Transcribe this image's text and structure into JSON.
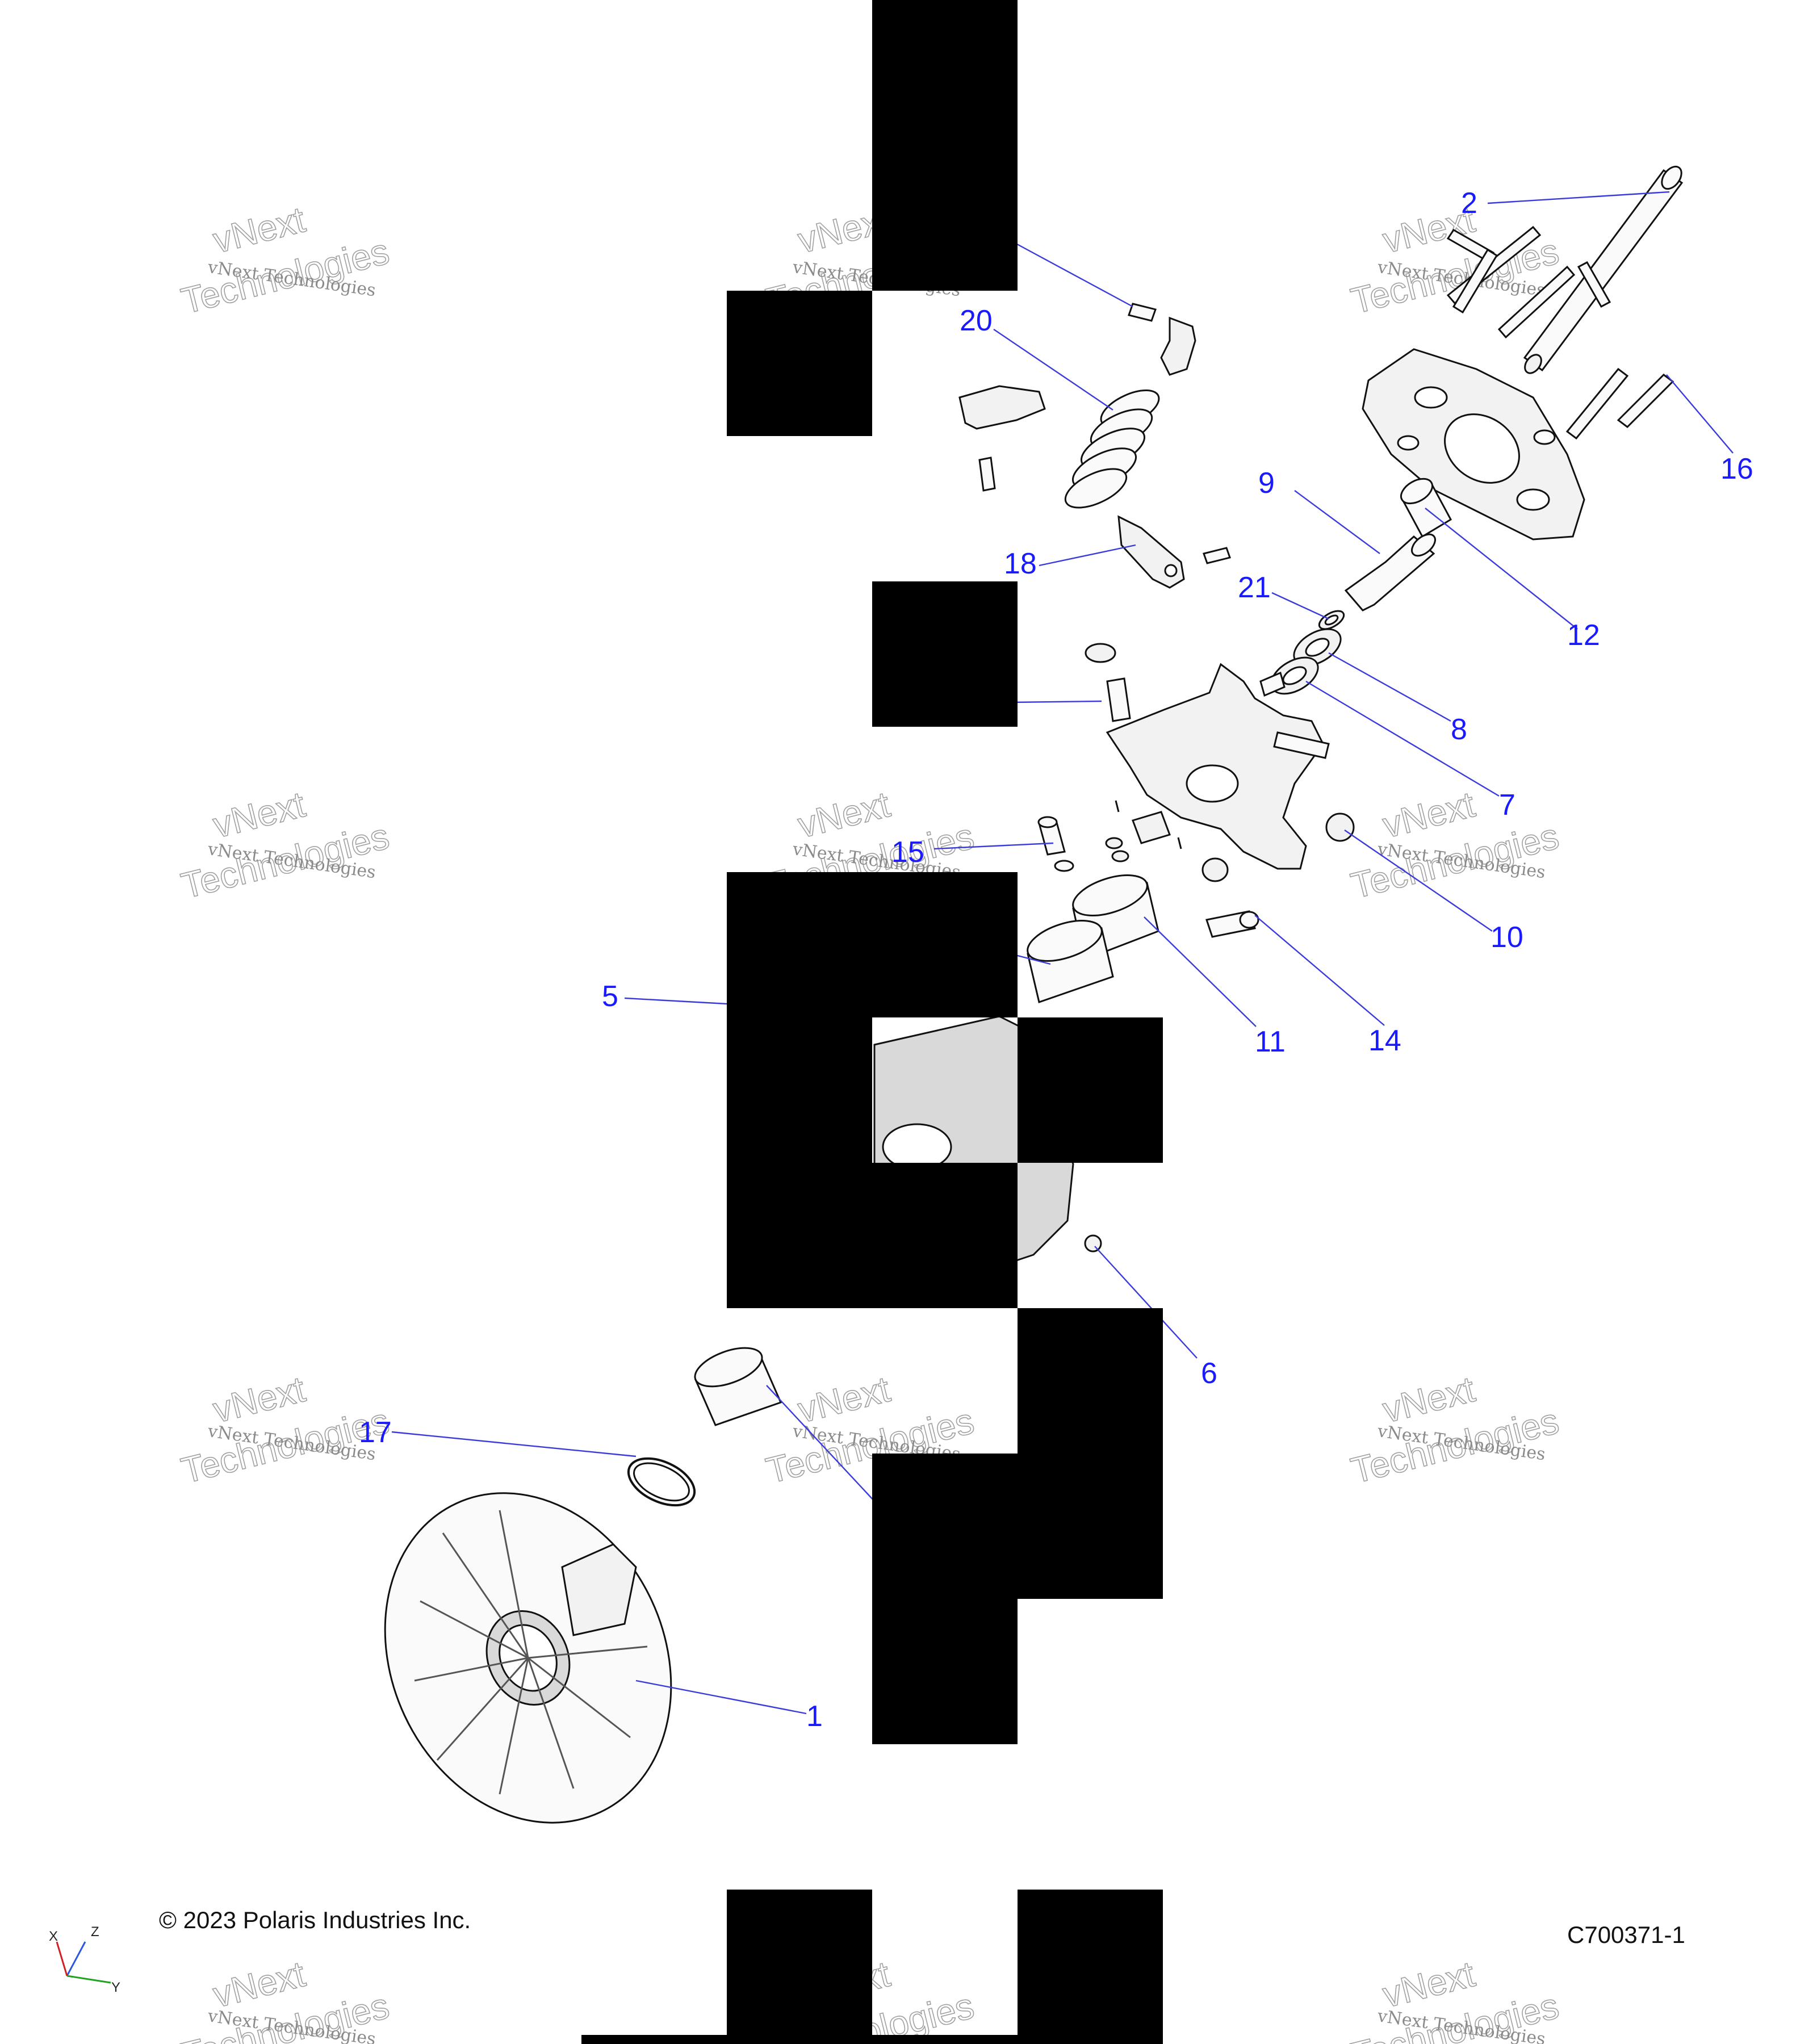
{
  "copyright": "© 2023 Polaris Industries Inc.",
  "figure_id": "C700371-1",
  "watermark": {
    "small_text": "vNext Technologies",
    "large_line1": "vNext",
    "large_line2": "Technologies"
  },
  "axes": {
    "x": "X",
    "y": "Y",
    "z": "Z"
  },
  "callouts": {
    "c1": "1",
    "c2": "2",
    "c5": "5",
    "c6": "6",
    "c7": "7",
    "c8": "8",
    "c9": "9",
    "c10": "10",
    "c11": "11",
    "c12": "12",
    "c14": "14",
    "c15": "15",
    "c16": "16",
    "c17": "17",
    "c18": "18",
    "c20": "20",
    "c21": "21"
  },
  "colors": {
    "callout": "#1a1aff",
    "leader": "#3b3bd9",
    "redaction": "#000000"
  }
}
